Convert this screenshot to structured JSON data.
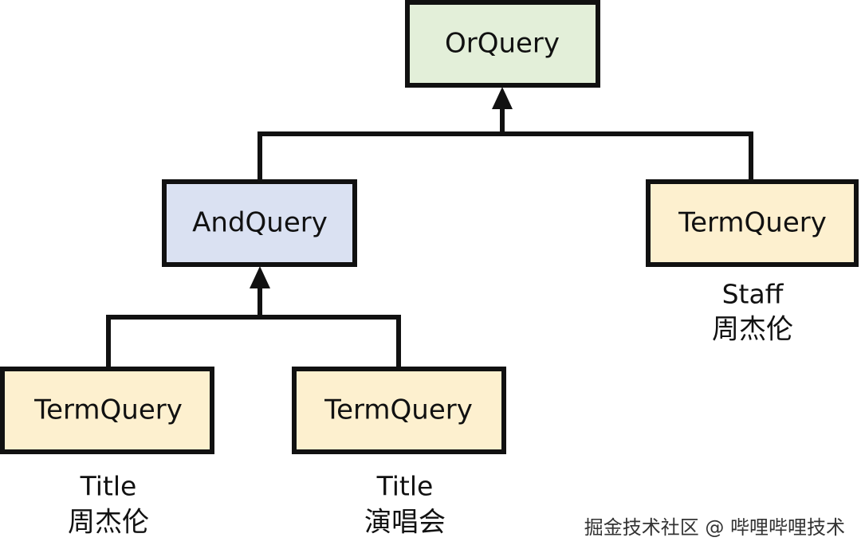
{
  "colors": {
    "or_fill": "#e3efd9",
    "and_fill": "#dae1f2",
    "term_fill": "#fdf0cf",
    "stroke": "#111111"
  },
  "nodes": {
    "or": {
      "label": "OrQuery"
    },
    "and": {
      "label": "AndQuery"
    },
    "term_staff": {
      "label": "TermQuery",
      "field": "Staff",
      "value": "周杰伦"
    },
    "term_title_1": {
      "label": "TermQuery",
      "field": "Title",
      "value": "周杰伦"
    },
    "term_title_2": {
      "label": "TermQuery",
      "field": "Title",
      "value": "演唱会"
    }
  },
  "watermark": "掘金技术社区 @ 哔哩哔哩技术"
}
